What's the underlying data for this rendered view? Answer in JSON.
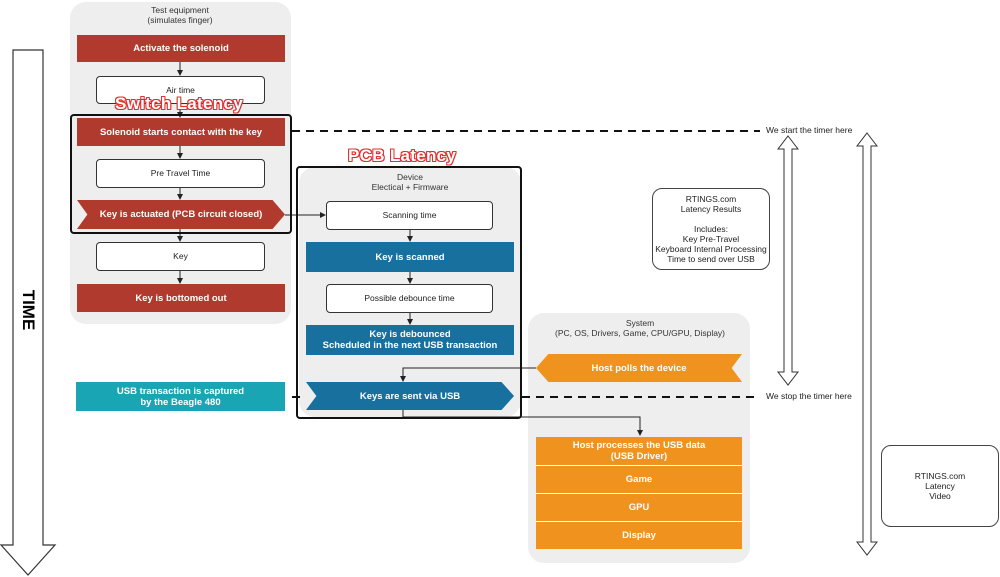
{
  "time_axis": {
    "label": "TIME"
  },
  "test_equipment": {
    "title": "Test equipment\n(simulates finger)",
    "steps": {
      "activate": "Activate the solenoid",
      "air_time": "Air time",
      "solenoid_contact": "Solenoid starts contact with the key",
      "pre_travel": "Pre Travel Time",
      "key_actuated": "Key is actuated (PCB circuit closed)",
      "key": "Key",
      "bottomed_out": "Key is bottomed out"
    }
  },
  "switch_latency_label": "Switch Latency",
  "pcb_latency_label": "PCB Latency",
  "device": {
    "title": "Device\nElectical + Firmware",
    "steps": {
      "scanning_time": "Scanning time",
      "key_scanned": "Key is scanned",
      "debounce_time": "Possible debounce time",
      "key_debounced": "Key is debounced\nScheduled in the next USB transaction",
      "keys_sent": "Keys are sent via USB"
    }
  },
  "usb_capture": "USB transaction is captured\nby the Beagle 480",
  "system": {
    "title": "System\n(PC, OS, Drivers, Game, CPU/GPU, Display)",
    "steps": {
      "host_polls": "Host polls the device",
      "host_processes": "Host processes the USB data\n(USB Driver)",
      "game": "Game",
      "gpu": "GPU",
      "display": "Display"
    }
  },
  "timer": {
    "start": "We start the timer here",
    "stop": "We stop the timer here"
  },
  "results_note": "RTINGS.com\nLatency Results\n\nIncludes:\nKey Pre-Travel\nKeyboard Internal Processing\nTime to send over USB",
  "video_note": "RTINGS.com\nLatency\nVideo",
  "colors": {
    "red": "#b03a2e",
    "blue": "#17709e",
    "orange": "#f0931e",
    "teal": "#1aa5b5",
    "latency_label": "#e03030"
  }
}
